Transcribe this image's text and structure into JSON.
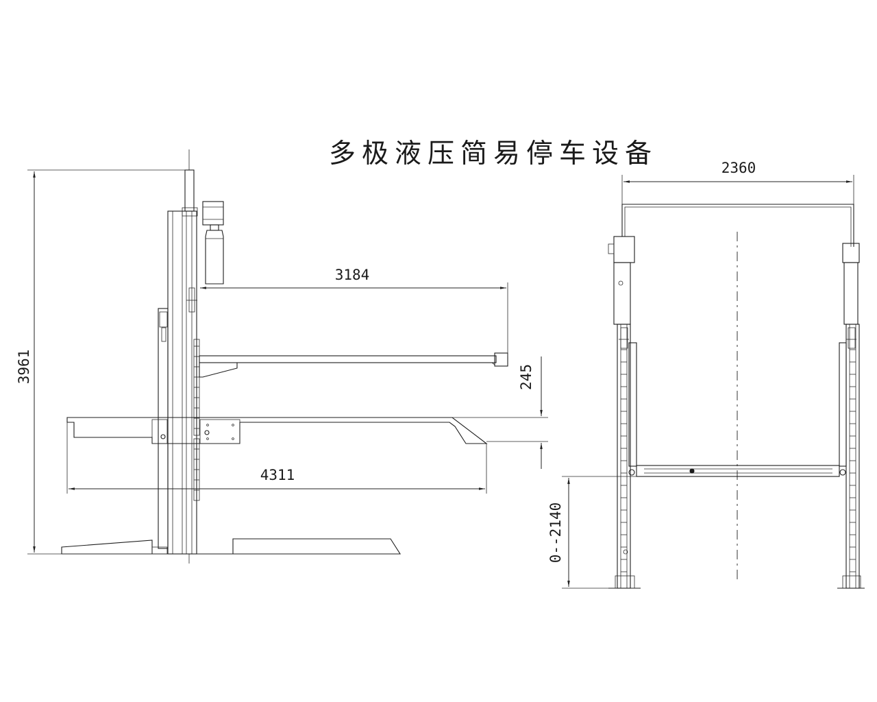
{
  "title": "多极液压简易停车设备",
  "dimensions": {
    "total_height": "3961",
    "upper_arm_length": "3184",
    "gap": "245",
    "platform_length": "4311",
    "overall_width": "2360",
    "lift_range": "0--2140"
  },
  "colors": {
    "line": "#1c1c1c",
    "background": "#ffffff"
  }
}
